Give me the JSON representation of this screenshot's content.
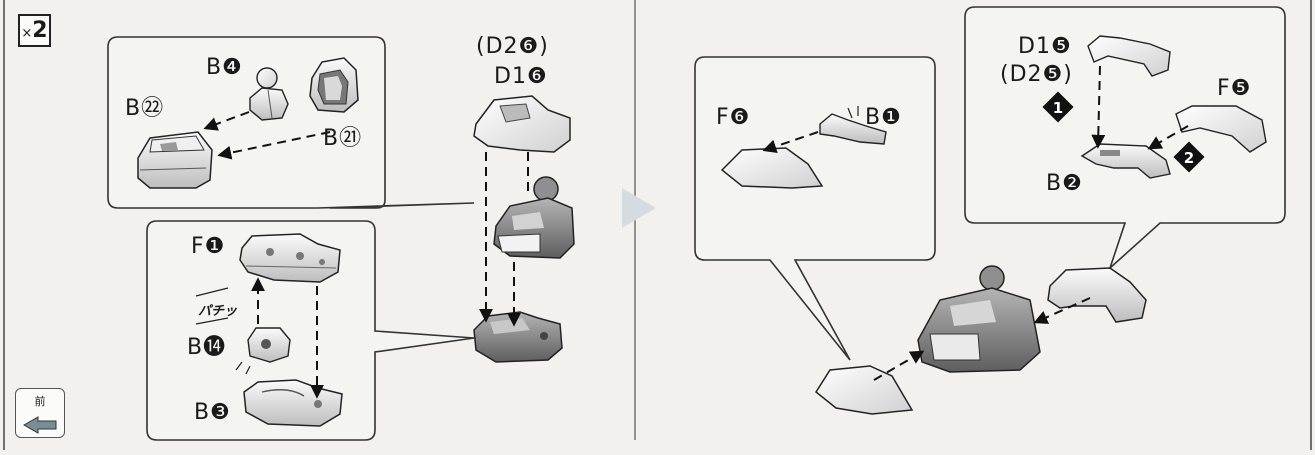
{
  "quantity": {
    "mult": "×",
    "count": "2"
  },
  "prev_icon_text": "前",
  "left": {
    "callout_a_labels": [
      "B❹",
      "B㉒",
      "B㉑"
    ],
    "top_labels": [
      "(D2❻)",
      "D1❻"
    ],
    "callout_b_labels": [
      "F❶",
      "B⓮",
      "B❸"
    ],
    "click_text": "パチッ"
  },
  "right": {
    "callout_c_labels": [
      "F❻",
      "B❶"
    ],
    "callout_d_labels": [
      "D1❺",
      "(D2❺)",
      "F❺",
      "B❷"
    ],
    "step_numbers": [
      "1",
      "2"
    ]
  }
}
